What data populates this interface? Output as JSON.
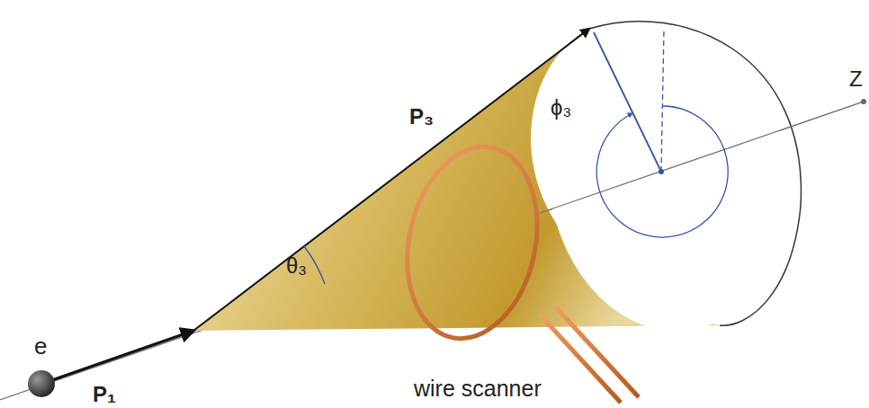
{
  "diagram": {
    "labels": [
      "e",
      "P₁",
      "P₃",
      "θ₃",
      "ϕ₃",
      "Z",
      "wire scanner"
    ]
  }
}
